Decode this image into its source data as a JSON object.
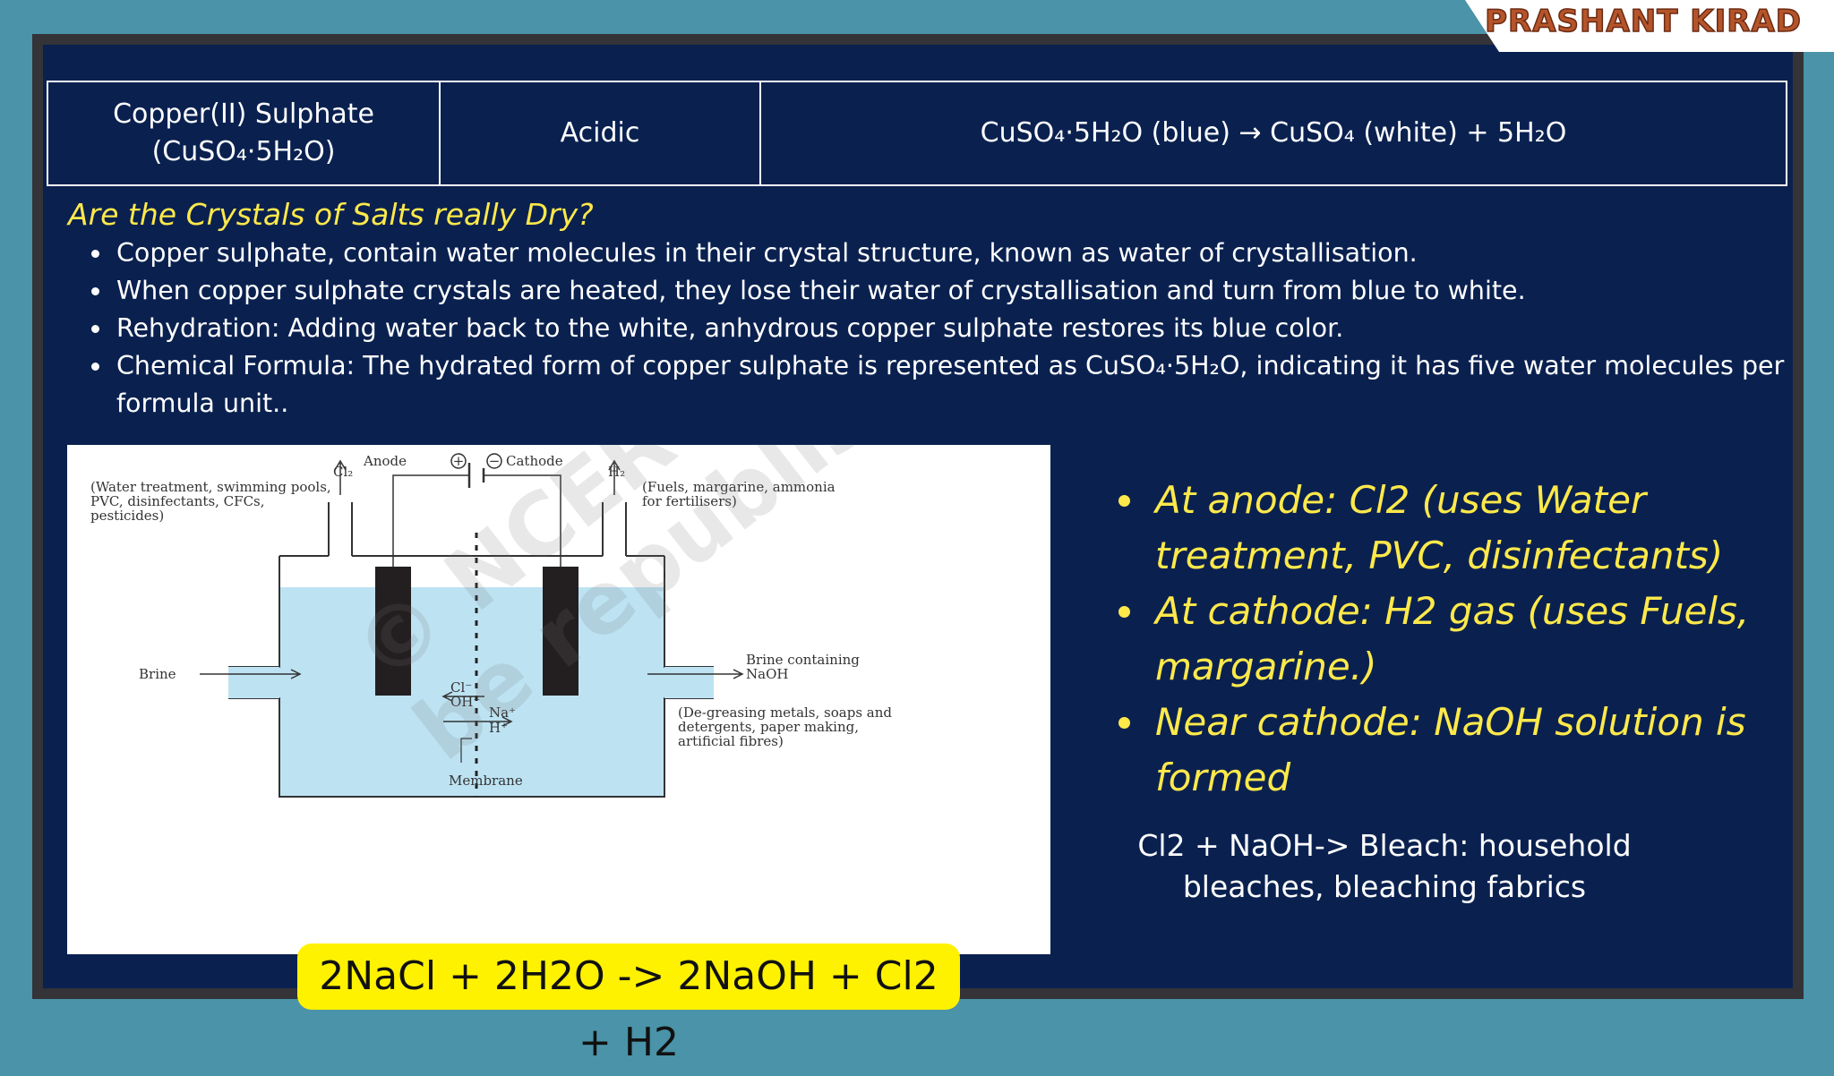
{
  "brand": "PRASHANT KIRAD",
  "table": {
    "salt_name": "Copper(II) Sulphate",
    "salt_formula": "(CuSO₄·5H₂O)",
    "nature": "Acidic",
    "reaction": "CuSO₄·5H₂O (blue) → CuSO₄ (white) + 5H₂O"
  },
  "heading": "Are the Crystals of Salts really Dry?",
  "points": [
    "Copper sulphate, contain water molecules in their crystal structure, known as water of crystallisation.",
    "When copper sulphate crystals are heated, they lose their water of crystallisation and turn from blue to white.",
    "Rehydration: Adding water back to the white, anhydrous copper sulphate restores its blue color.",
    "Chemical Formula: The hydrated form of copper sulphate is represented as CuSO₄·5H₂O, indicating it has five water molecules per formula unit.."
  ],
  "diagram": {
    "anode": "Anode",
    "cathode": "Cathode",
    "cl2": "Cl₂",
    "h2": "H₂",
    "cl2_uses_1": "(Water treatment, swimming pools,",
    "cl2_uses_2": "PVC, disinfectants, CFCs,",
    "cl2_uses_3": "pesticides)",
    "h2_uses_1": "(Fuels, margarine, ammonia",
    "h2_uses_2": "for fertilisers)",
    "brine": "Brine",
    "brine_out_1": "Brine containing",
    "brine_out_2": "NaOH",
    "naoh_uses_1": "(De-greasing metals, soaps and",
    "naoh_uses_2": "detergents, paper making,",
    "naoh_uses_3": "artificial fibres)",
    "ion_cl": "Cl⁻",
    "ion_oh": "OH⁻",
    "ion_na": "Na⁺",
    "ion_h": "H⁺",
    "membrane": "Membrane",
    "plus": "+",
    "minus": "−",
    "watermark_1": "© NCERT",
    "watermark_2": "be republishe"
  },
  "equation": "2NaCl + 2H2O -> 2NaOH + Cl2 + H2",
  "electrolysis_points": [
    "At anode: Cl2 (uses Water treatment, PVC, disinfectants)",
    "At cathode: H2 gas (uses Fuels, margarine.)",
    "Near cathode: NaOH solution is formed"
  ],
  "bleach_note": "Cl2 + NaOH-> Bleach: household bleaches, bleaching fabrics",
  "colors": {
    "slide_bg": "#0a2150",
    "outer_bg": "#4a93a8",
    "heading": "#ffe94a",
    "equation_bg": "#fff200",
    "solution": "#bde3f3",
    "brand_text": "#b5542a"
  }
}
